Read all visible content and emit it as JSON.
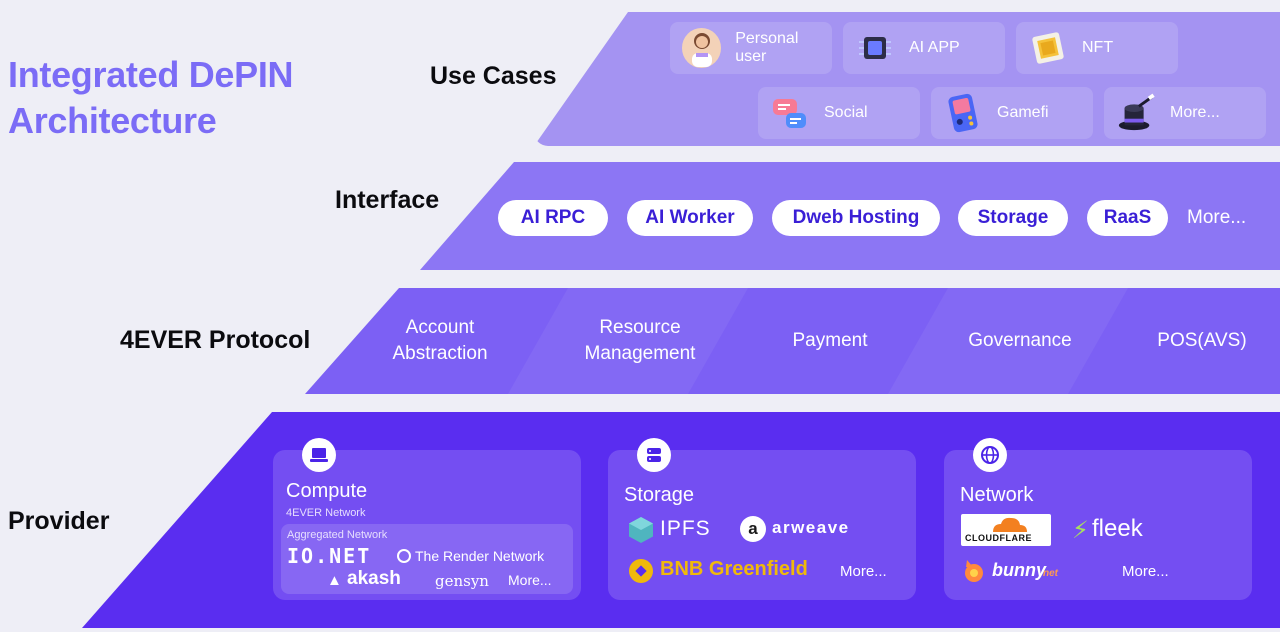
{
  "title": "Integrated DePIN Architecture",
  "layers": {
    "use_cases": "Use Cases",
    "interface": "Interface",
    "protocol": "4EVER Protocol",
    "provider": "Provider"
  },
  "use_cases": {
    "row1": [
      {
        "label": "Personal user",
        "icon": "person-avatar-icon"
      },
      {
        "label": "AI APP",
        "icon": "ai-chip-icon"
      },
      {
        "label": "NFT",
        "icon": "nft-frame-icon"
      }
    ],
    "row2": [
      {
        "label": "Social",
        "icon": "chat-bubbles-icon"
      },
      {
        "label": "Gamefi",
        "icon": "game-device-icon"
      },
      {
        "label": "More...",
        "icon": "magic-hat-icon"
      }
    ]
  },
  "interface": {
    "pills": [
      "AI RPC",
      "AI Worker",
      "Dweb Hosting",
      "Storage",
      "RaaS"
    ],
    "more": "More..."
  },
  "protocol": {
    "segments": [
      {
        "line1": "Account",
        "line2": "Abstraction"
      },
      {
        "line1": "Resource",
        "line2": "Management"
      },
      {
        "line1": "Payment",
        "line2": ""
      },
      {
        "line1": "Governance",
        "line2": ""
      },
      {
        "line1": "POS(AVS)",
        "line2": ""
      }
    ]
  },
  "provider": {
    "compute": {
      "title": "Compute",
      "subtitle": "4EVER Network",
      "aggregated_label": "Aggregated Network",
      "logos": [
        "IO.NET",
        "The Render Network",
        "akash",
        "gensyn"
      ],
      "more": "More..."
    },
    "storage": {
      "title": "Storage",
      "logos": [
        "IPFS",
        "arweave",
        "BNB Greenfield"
      ],
      "more": "More..."
    },
    "network": {
      "title": "Network",
      "logos": [
        "CLOUDFLARE",
        "fleek",
        "bunny",
        "net"
      ],
      "more": "More..."
    }
  },
  "colors": {
    "title": "#7b6cf6",
    "use_cases_layer": "#a493f2",
    "interface_layer": "#8c76f4",
    "protocol_layer": "#7c60f4",
    "provider_layer": "#5a2df0",
    "pill_text": "#3a1fd6"
  }
}
